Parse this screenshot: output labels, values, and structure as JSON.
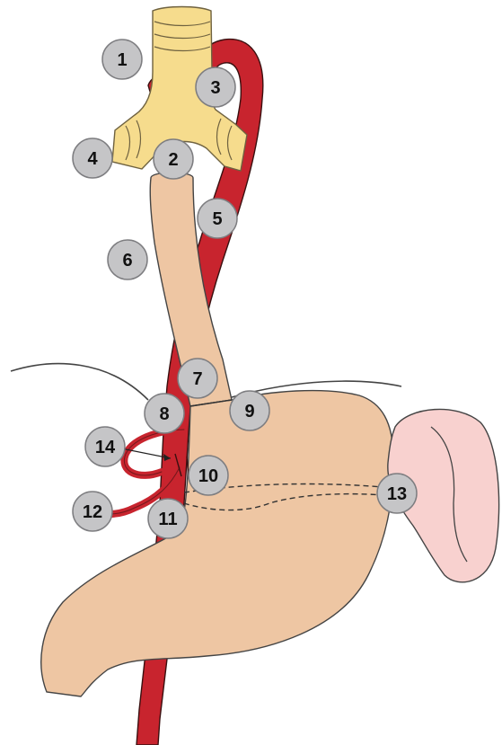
{
  "colors": {
    "trachea": "#f6dc8d",
    "trachea_stroke": "#6f6240",
    "aorta": "#c8242e",
    "aorta_stroke": "#3a1010",
    "esophagus": "#eec6a3",
    "stomach": "#eec6a3",
    "organ_stroke": "#444444",
    "spleen": "#f8d1cf",
    "marker_fill": "#c5c5c7",
    "marker_stroke": "#7d7d80",
    "marker_text": "#111111"
  },
  "markers": [
    {
      "id": "marker-1",
      "label": "1"
    },
    {
      "id": "marker-2",
      "label": "2"
    },
    {
      "id": "marker-3",
      "label": "3"
    },
    {
      "id": "marker-4",
      "label": "4"
    },
    {
      "id": "marker-5",
      "label": "5"
    },
    {
      "id": "marker-6",
      "label": "6"
    },
    {
      "id": "marker-7",
      "label": "7"
    },
    {
      "id": "marker-8",
      "label": "8"
    },
    {
      "id": "marker-9",
      "label": "9"
    },
    {
      "id": "marker-10",
      "label": "10"
    },
    {
      "id": "marker-11",
      "label": "11"
    },
    {
      "id": "marker-12",
      "label": "12"
    },
    {
      "id": "marker-13",
      "label": "13"
    },
    {
      "id": "marker-14",
      "label": "14"
    }
  ]
}
